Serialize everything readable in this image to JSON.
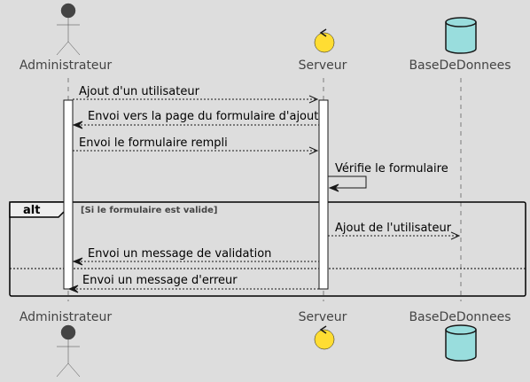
{
  "participants": {
    "actor": "Administrateur",
    "control": "Serveur",
    "database": "BaseDeDonnees"
  },
  "messages": [
    "Ajout d'un utilisateur",
    "Envoi vers la page du formulaire d'ajout",
    "Envoi le formulaire rempli",
    "Vérifie le formulaire",
    "Ajout de l'utilisateur",
    "Envoi un message de validation",
    "Envoi un message d'erreur"
  ],
  "alt": {
    "label": "alt",
    "guard": "[Si le formulaire est valide]"
  },
  "colors": {
    "background": "#dddddd",
    "control_fill": "#ffdd33",
    "database_fill": "#99dddd",
    "actor_fill": "#444444"
  }
}
